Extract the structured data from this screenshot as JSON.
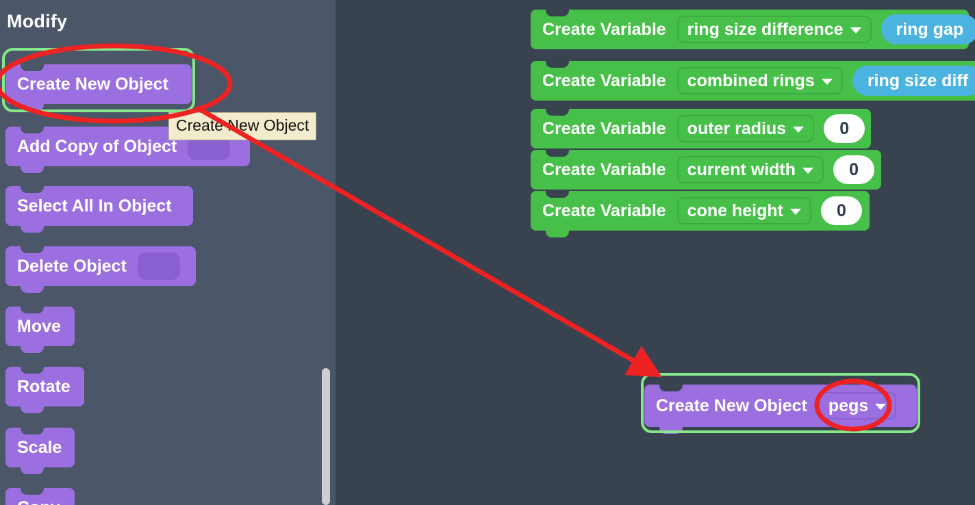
{
  "app": {
    "canvas_bg": "#39424f",
    "sidebar_bg": "#4b5668",
    "block_purple": "#9b6fe0",
    "block_green": "#47c04a",
    "reporter_blue": "#4ab3e0",
    "highlight_green": "#86e88b",
    "annotation_red": "#ee2222",
    "tooltip_bg": "#f2eccd"
  },
  "sidebar": {
    "title": "Modify",
    "blocks": [
      {
        "label": "Create New Object",
        "has_slot": true,
        "highlighted": true
      },
      {
        "label": "Add Copy of Object",
        "has_slot": true,
        "highlighted": false
      },
      {
        "label": "Select All In Object",
        "has_slot": false,
        "highlighted": false
      },
      {
        "label": "Delete Object",
        "has_slot": true,
        "highlighted": false
      },
      {
        "label": "Move",
        "has_slot": false,
        "highlighted": false
      },
      {
        "label": "Rotate",
        "has_slot": false,
        "highlighted": false
      },
      {
        "label": "Scale",
        "has_slot": false,
        "highlighted": false
      },
      {
        "label": "Copy",
        "has_slot": false,
        "highlighted": false
      }
    ]
  },
  "tooltip": {
    "text": "Create New Object"
  },
  "canvas": {
    "variable_stack": [
      {
        "keyword": "Create Variable",
        "name": "ring size difference",
        "value_type": "reporter",
        "value": "ring gap"
      },
      {
        "keyword": "Create Variable",
        "name": "combined rings",
        "value_type": "reporter",
        "value": "ring size diff"
      },
      {
        "keyword": "Create Variable",
        "name": "outer radius",
        "value_type": "number",
        "value": "0"
      },
      {
        "keyword": "Create Variable",
        "name": "current width",
        "value_type": "number",
        "value": "0"
      },
      {
        "keyword": "Create Variable",
        "name": "cone height",
        "value_type": "number",
        "value": "0"
      }
    ],
    "dropped_block": {
      "keyword": "Create New Object",
      "dropdown_value": "pegs",
      "highlighted": true
    }
  },
  "annotations": {
    "ellipse_palette_block": "Create New Object",
    "ellipse_dropdown": "pegs",
    "arrow": "palette block to dropped block"
  }
}
